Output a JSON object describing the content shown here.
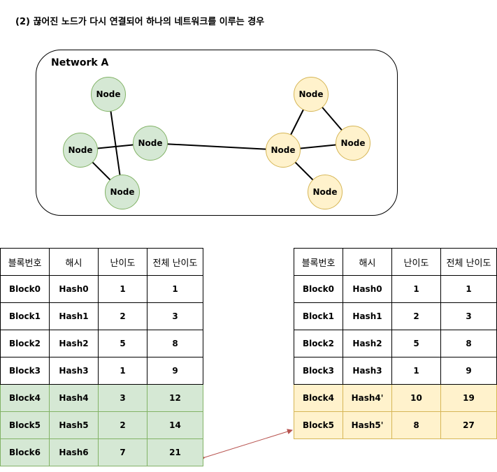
{
  "title": "(2) 끊어진 노드가 다시 연결되어 하나의 네트워크를 이루는 경우",
  "network": {
    "label": "Network A",
    "node_label": "Node"
  },
  "headers": [
    "블록번호",
    "해시",
    "난이도",
    "전체 난이도"
  ],
  "left_table": {
    "rows": [
      [
        "Block0",
        "Hash0",
        "1",
        "1"
      ],
      [
        "Block1",
        "Hash1",
        "2",
        "3"
      ],
      [
        "Block2",
        "Hash2",
        "5",
        "8"
      ],
      [
        "Block3",
        "Hash3",
        "1",
        "9"
      ],
      [
        "Block4",
        "Hash4",
        "3",
        "12"
      ],
      [
        "Block5",
        "Hash5",
        "2",
        "14"
      ],
      [
        "Block6",
        "Hash6",
        "7",
        "21"
      ]
    ]
  },
  "right_table": {
    "rows": [
      [
        "Block0",
        "Hash0",
        "1",
        "1"
      ],
      [
        "Block1",
        "Hash1",
        "2",
        "3"
      ],
      [
        "Block2",
        "Hash2",
        "5",
        "8"
      ],
      [
        "Block3",
        "Hash3",
        "1",
        "9"
      ],
      [
        "Block4",
        "Hash4'",
        "10",
        "19"
      ],
      [
        "Block5",
        "Hash5'",
        "8",
        "27"
      ]
    ]
  },
  "colors": {
    "green_fill": "#d5e8d4",
    "green_stroke": "#82b366",
    "yellow_fill": "#fff2cc",
    "yellow_stroke": "#d6b656",
    "arrow": "#b85450"
  }
}
